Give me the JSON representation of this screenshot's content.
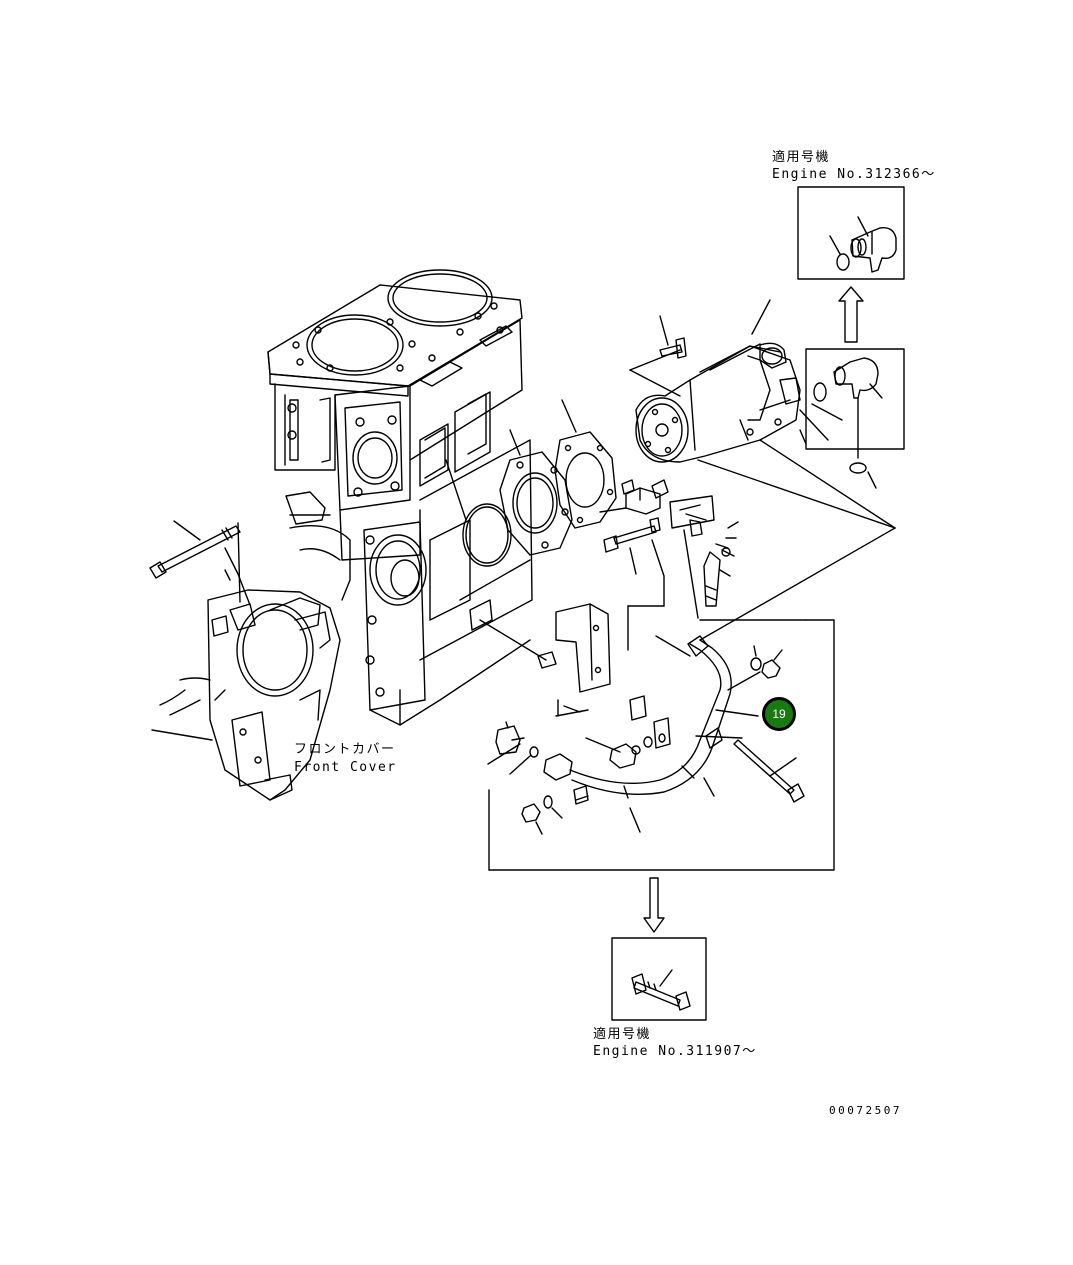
{
  "labels": {
    "top_applicable_jp": "適用号機",
    "top_engine_no": "Engine No.312366～",
    "front_cover_jp": "フロントカバー",
    "front_cover_en": "Front Cover",
    "bottom_applicable_jp": "適用号機",
    "bottom_engine_no": "Engine No.311907～",
    "drawing_number": "00072507"
  },
  "callouts": [
    {
      "number": "19"
    }
  ],
  "colors": {
    "line": "#000000",
    "background": "#ffffff",
    "callout_fill": "#1a7a12",
    "callout_text": "#ffffff"
  }
}
